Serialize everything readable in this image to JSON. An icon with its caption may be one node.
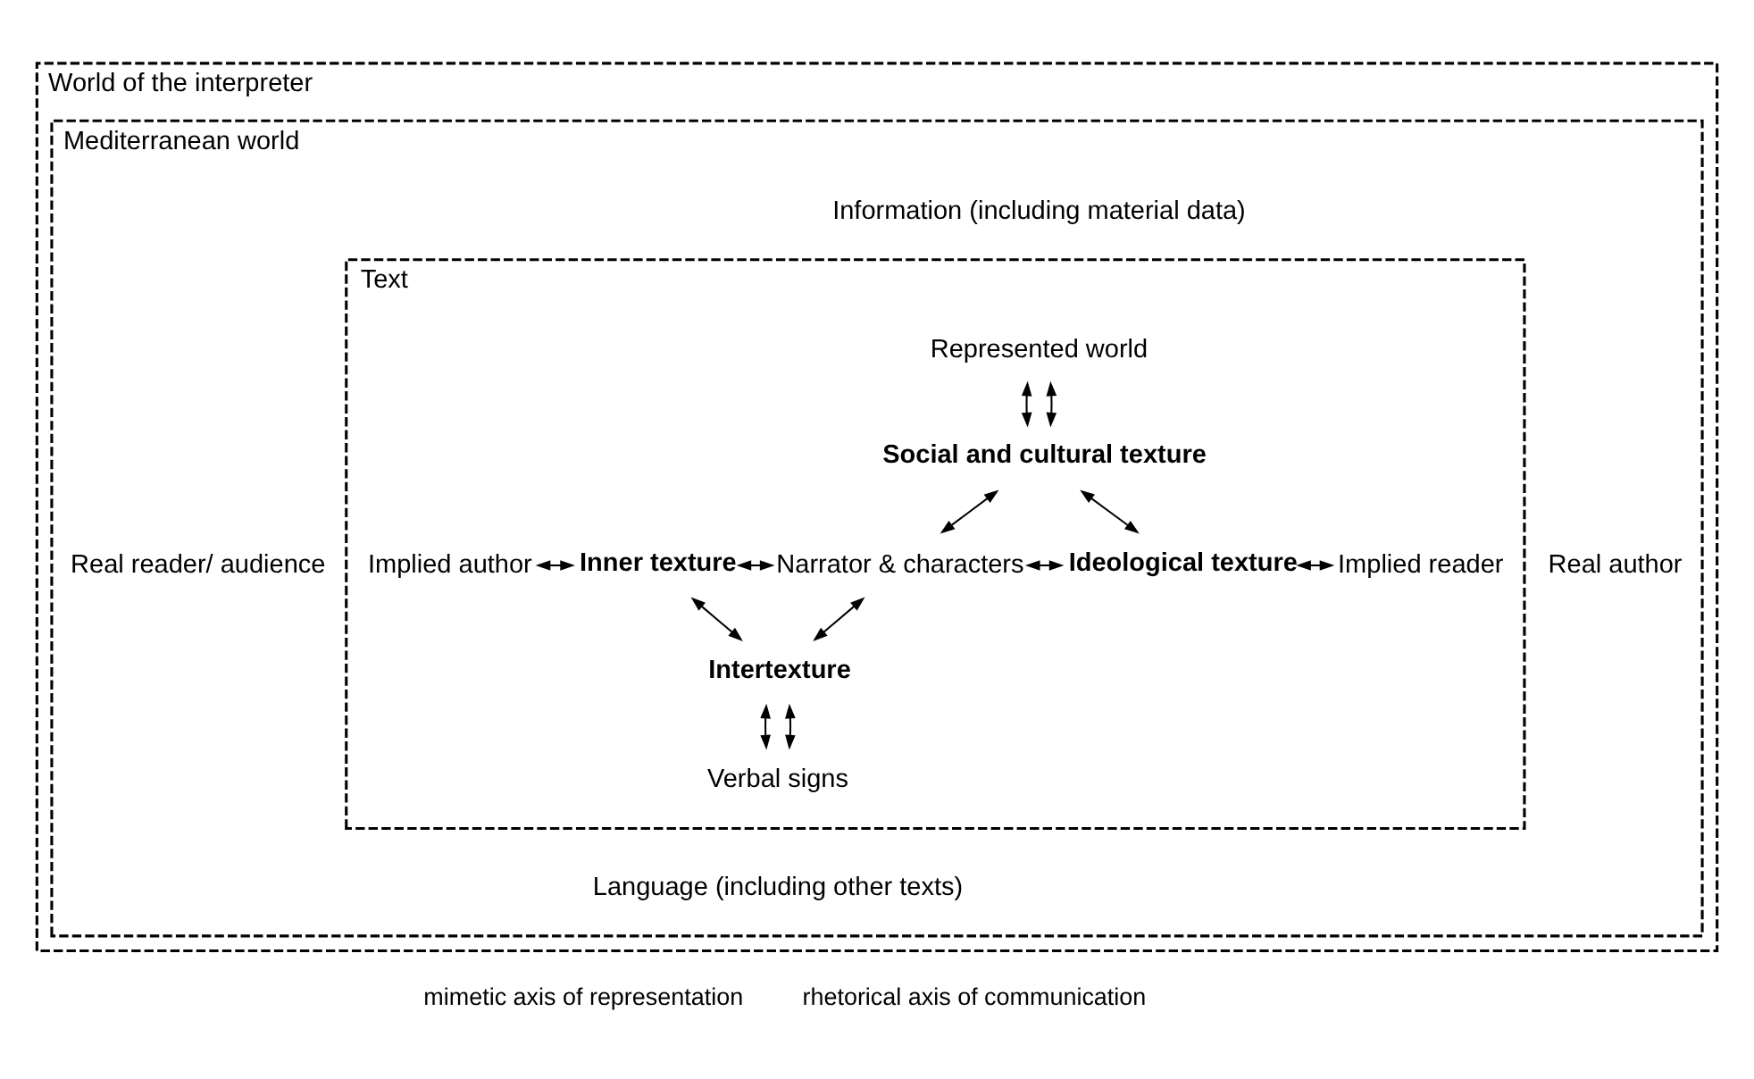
{
  "diagram": {
    "nodes": [
      {
        "text": [
          "World of the interpreter"
        ]
      },
      {
        "text": [
          "Mediterranean world"
        ],
        "in": 0
      },
      {
        "text": [
          "Real author"
        ],
        "in": 1
      },
      {
        "text": [
          "Information (including material data)"
        ],
        "in": 1
      },
      {
        "text": [
          "Text"
        ],
        "in": 1
      },
      {
        "text": [
          "Implied author"
        ],
        "in": 4
      },
      {
        "text": [
          "Inner texture"
        ],
        "in": 4
      },
      {
        "text": [
          "Represented world"
        ],
        "in": 4
      },
      {
        "text": [
          "Social and cultural texture"
        ],
        "in": 4
      },
      {
        "text": [
          "Narrator & characters"
        ],
        "in": 4
      },
      {
        "text": [
          "Ideological texture"
        ],
        "in": 4
      },
      {
        "text": [
          "Implied reader"
        ],
        "in": 4
      },
      {
        "text": [
          "Intertexture"
        ],
        "in": 4
      },
      {
        "text": [
          "Verbal signs"
        ],
        "in": 4
      },
      {
        "text": [
          "Real reader/ audience"
        ],
        "in": 1
      },
      {
        "text": [
          "Language (including other texts)"
        ],
        "in": 1
      }
    ],
    "edges": [
      {
        "from": 7,
        "to": 8,
        "arrow": "both"
      },
      {
        "from": 7,
        "to": 8,
        "arrow": "both"
      },
      {
        "from": 5,
        "to": 6,
        "arrow": "both"
      },
      {
        "from": 6,
        "to": 9,
        "arrow": "both"
      },
      {
        "from": 9,
        "to": 10,
        "arrow": "both"
      },
      {
        "from": 10,
        "to": 11,
        "arrow": "both"
      },
      {
        "from": 8,
        "to": 9,
        "arrow": "both"
      },
      {
        "from": 8,
        "to": 10,
        "arrow": "both"
      },
      {
        "from": 6,
        "to": 12,
        "arrow": "both"
      },
      {
        "from": 9,
        "to": 12,
        "arrow": "both"
      },
      {
        "from": 12,
        "to": 13,
        "arrow": "both"
      },
      {
        "from": 12,
        "to": 13,
        "arrow": "both"
      }
    ],
    "labels": [
      "mimetic axis of representation",
      "rhetorical axis of communication"
    ]
  }
}
